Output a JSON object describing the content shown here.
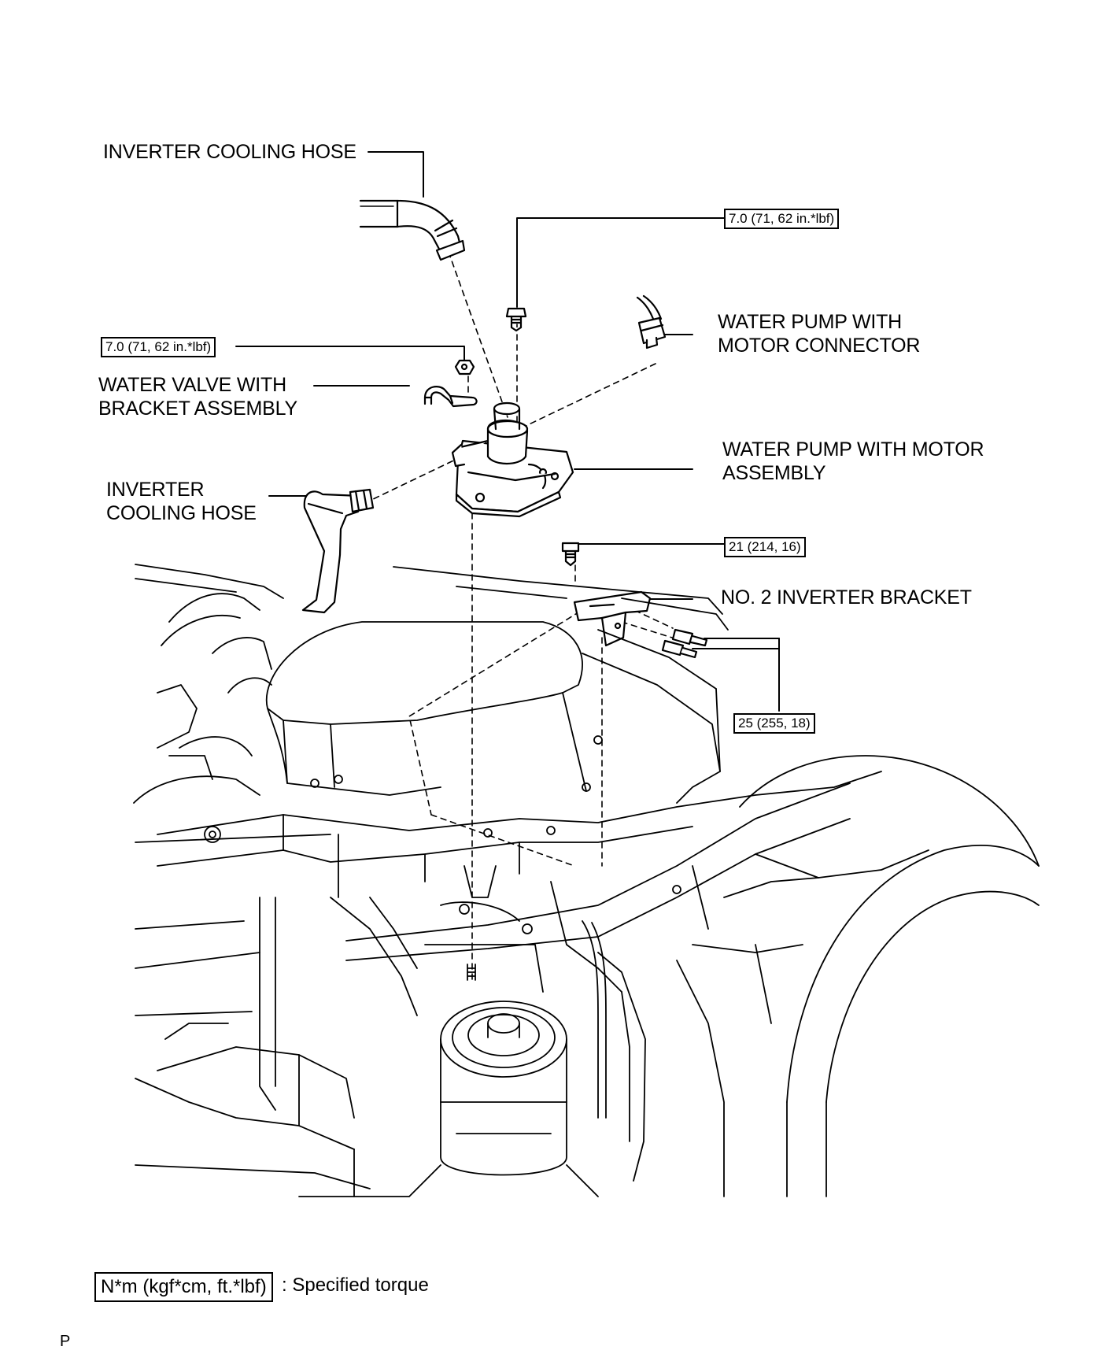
{
  "labels": {
    "inverter_cooling_hose_top": "INVERTER COOLING HOSE",
    "water_pump_connector": "WATER PUMP WITH\nMOTOR CONNECTOR",
    "water_valve_bracket": "WATER VALVE WITH\nBRACKET ASSEMBLY",
    "water_pump_motor_assembly": "WATER PUMP WITH MOTOR\nASSEMBLY",
    "inverter_cooling_hose_left": "INVERTER\nCOOLING HOSE",
    "no2_inverter_bracket": "NO. 2 INVERTER BRACKET"
  },
  "torques": {
    "pump_bolt": "7.0 (71, 62 in.*lbf)",
    "valve_nut": "7.0 (71, 62 in.*lbf)",
    "bracket_bolt": "21 (214, 16)",
    "bracket_side_bolts": "25 (255, 18)"
  },
  "legend": {
    "unit": "N*m (kgf*cm, ft.*lbf)",
    "separator": ":",
    "description": "Specified torque"
  },
  "footer": "P"
}
